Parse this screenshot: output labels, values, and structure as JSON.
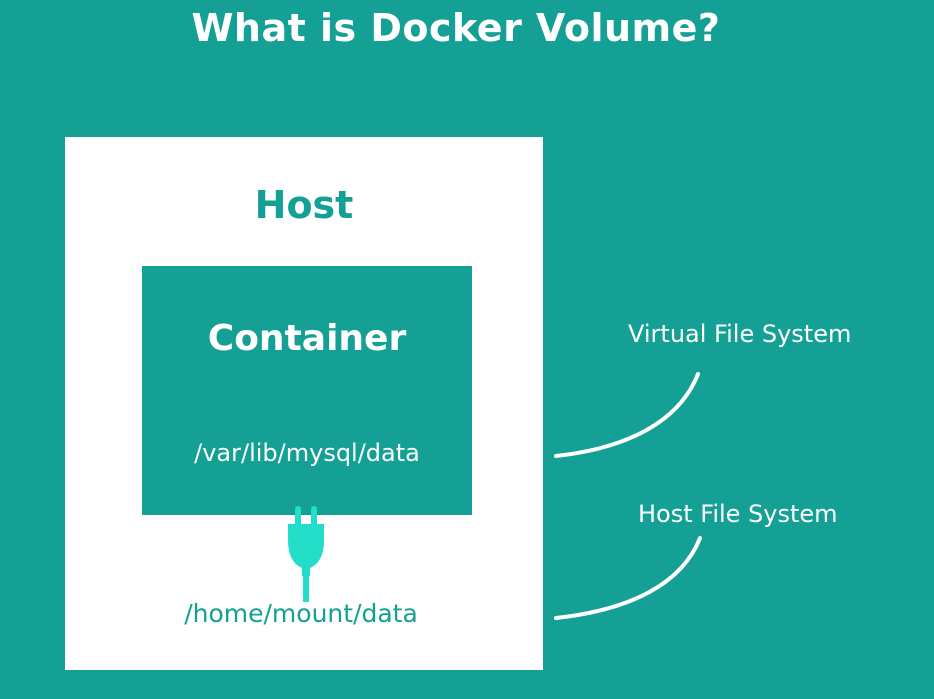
{
  "title": "What is Docker Volume?",
  "host": {
    "label": "Host",
    "mount_path": "/home/mount/data"
  },
  "container": {
    "label": "Container",
    "path": "/var/lib/mysql/data"
  },
  "annotations": {
    "virtual_fs": "Virtual File System",
    "host_fs": "Host File System"
  },
  "icons": {
    "plug": "plug-icon"
  },
  "colors": {
    "background": "#14a094",
    "box": "#ffffff",
    "plug": "#22ddc8"
  }
}
